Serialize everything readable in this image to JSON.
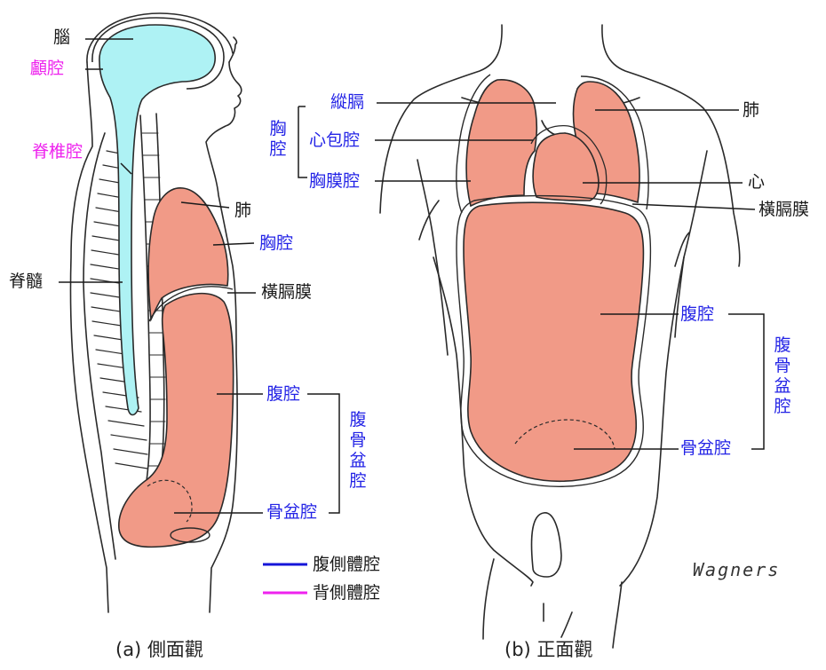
{
  "colors": {
    "cavity": "#f19a87",
    "dorsal_cavity": "#aef2f4",
    "ventral_line": "#1515d8",
    "dorsal_line": "#ee22ee",
    "outline": "#2a2a2a"
  },
  "side_view": {
    "caption": "(a) 側面觀",
    "labels": {
      "brain": "腦",
      "cranial_cavity": "顱腔",
      "vertebral_cavity": "脊椎腔",
      "spinal_cord": "脊髓",
      "lung": "肺",
      "thoracic_cavity": "胸腔",
      "diaphragm": "橫膈膜",
      "abdominal_cavity": "腹腔",
      "abdominopelvic_cavity": "腹骨盆腔",
      "pelvic_cavity": "骨盆腔"
    }
  },
  "front_view": {
    "caption": "(b) 正面觀",
    "labels": {
      "mediastinum": "縱膈",
      "pericardial_cavity": "心包腔",
      "pleural_cavity": "胸膜腔",
      "thoracic_group": "胸腔",
      "lung": "肺",
      "heart": "心",
      "diaphragm": "橫膈膜",
      "abdominal_cavity": "腹腔",
      "abdominopelvic_cavity": "腹骨盆腔",
      "pelvic_cavity": "骨盆腔"
    },
    "signature": "Wagners"
  },
  "legend": [
    {
      "label": "腹側體腔",
      "color": "#1515d8"
    },
    {
      "label": "背側體腔",
      "color": "#ee22ee"
    }
  ]
}
